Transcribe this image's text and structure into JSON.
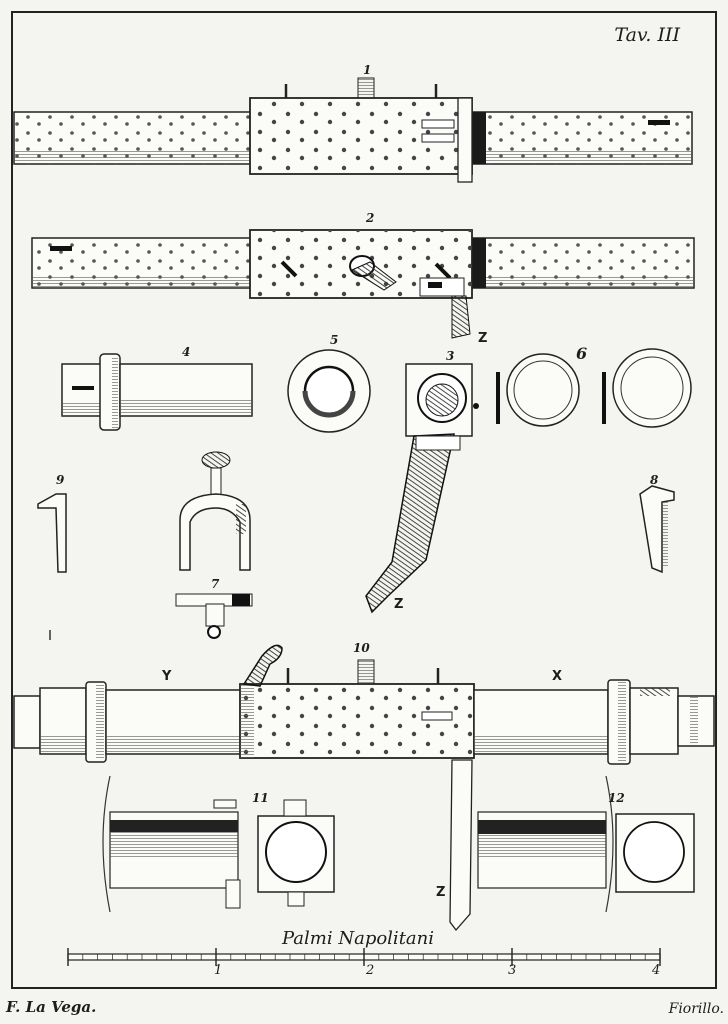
{
  "plate": {
    "title": "Tav. III",
    "scale_label": "Palmi Napolitani",
    "scale_ticks": [
      "1",
      "2",
      "3",
      "4"
    ],
    "engraver": "F. La Vega.",
    "draftsman": "Fiorillo."
  },
  "figure_numbers": {
    "f1": "1",
    "f2": "2",
    "f3": "3",
    "f4": "4",
    "f5": "5",
    "f6": "6",
    "f7": "7",
    "f8": "8",
    "f9": "9",
    "f10": "10",
    "f11": "11",
    "f12": "12"
  },
  "part_letters": {
    "z": "Z",
    "y": "Y",
    "x": "X"
  }
}
